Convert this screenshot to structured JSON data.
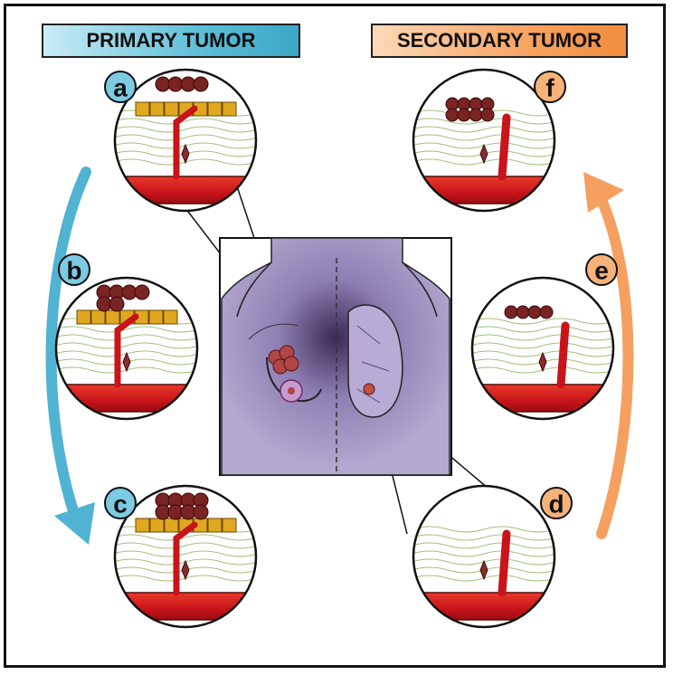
{
  "banners": {
    "primary": "PRIMARY TUMOR",
    "secondary": "SECONDARY TUMOR"
  },
  "panels": [
    {
      "id": "a",
      "label": "a"
    },
    {
      "id": "b",
      "label": "b"
    },
    {
      "id": "c",
      "label": "c"
    },
    {
      "id": "d",
      "label": "d"
    },
    {
      "id": "e",
      "label": "e"
    },
    {
      "id": "f",
      "label": "f"
    }
  ],
  "colors": {
    "primary_accent": "#3aa7c6",
    "secondary_accent": "#f28c3b",
    "vessel": "#d91c1c",
    "tumor_cell": "#7a2323",
    "epithelial_cell": "#e0a820",
    "body_fill": "#a99bc6",
    "stroma": "#9fbf7a"
  }
}
